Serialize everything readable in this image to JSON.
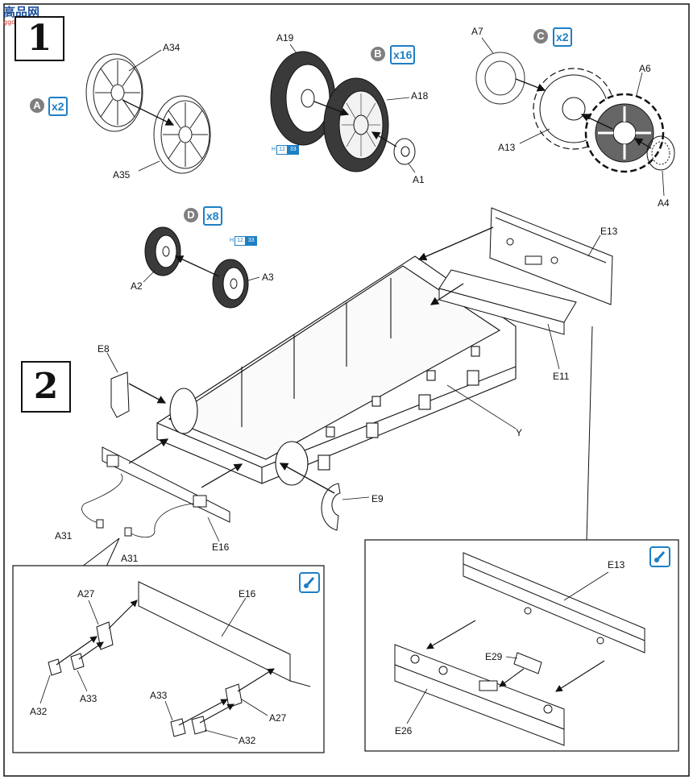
{
  "watermark": {
    "title": "高品网",
    "subtitle": "ggo-shop.com"
  },
  "steps": [
    {
      "number": "1"
    },
    {
      "number": "2"
    }
  ],
  "subassemblies": [
    {
      "symbol": "A",
      "qty": "x2"
    },
    {
      "symbol": "B",
      "qty": "x16"
    },
    {
      "symbol": "C",
      "qty": "x2"
    },
    {
      "symbol": "D",
      "qty": "x8"
    }
  ],
  "paint_codes": [
    {
      "h": "H",
      "n1": "12",
      "n2": "33"
    },
    {
      "h": "H",
      "n1": "12",
      "n2": "33"
    }
  ],
  "parts": {
    "A34": "A34",
    "A35": "A35",
    "A19": "A19",
    "A18": "A18",
    "A1": "A1",
    "A7": "A7",
    "A6": "A6",
    "A13": "A13",
    "A4": "A4",
    "A2": "A2",
    "A3": "A3",
    "E13": "E13",
    "E11": "E11",
    "E8": "E8",
    "Y": "Y",
    "E9": "E9",
    "E16": "E16",
    "A31a": "A31",
    "A31b": "A31",
    "inset_A27a": "A27",
    "inset_E16": "E16",
    "inset_A32a": "A32",
    "inset_A33a": "A33",
    "inset_A33b": "A33",
    "inset_A27b": "A27",
    "inset_A32b": "A32",
    "inset_E13": "E13",
    "inset_E29": "E29",
    "inset_E26": "E26"
  },
  "colors": {
    "ink": "#111111",
    "accent_blue": "#1d7fc4",
    "tire": "#3a3a3a",
    "symbol_grey": "#7f7f7f"
  }
}
